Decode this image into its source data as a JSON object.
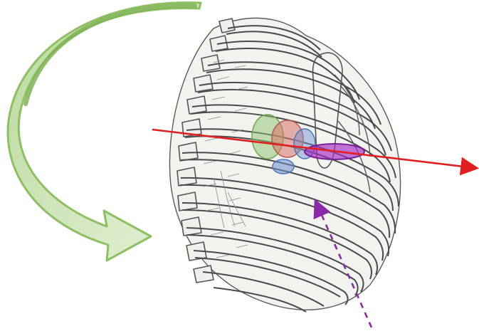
{
  "diagram": {
    "subject": "rib-cage",
    "elements": [
      {
        "id": "rotation-arrow",
        "kind": "curved-arrow",
        "color": "#8cc063",
        "fill": "#d3e6bd"
      },
      {
        "id": "red-axis-arrow",
        "kind": "straight-arrow",
        "color": "#e02020"
      },
      {
        "id": "purple-dashed-arrow",
        "kind": "dashed-arrow",
        "color": "#8a2aa8"
      },
      {
        "id": "green-ellipse",
        "kind": "ellipse",
        "color": "#8cc26a"
      },
      {
        "id": "red-ellipse",
        "kind": "ellipse",
        "color": "#d9736a"
      },
      {
        "id": "blue-ellipse-upper",
        "kind": "ellipse",
        "color": "#6b8fd0"
      },
      {
        "id": "blue-ellipse-lower",
        "kind": "ellipse",
        "color": "#6b8fd0"
      },
      {
        "id": "purple-ellipse",
        "kind": "ellipse",
        "color": "#a52bc4"
      }
    ],
    "colors": {
      "bone_fill": "#f7f7f5",
      "bone_stroke": "#4a4a4a",
      "shading": "#8a8a8a"
    }
  }
}
